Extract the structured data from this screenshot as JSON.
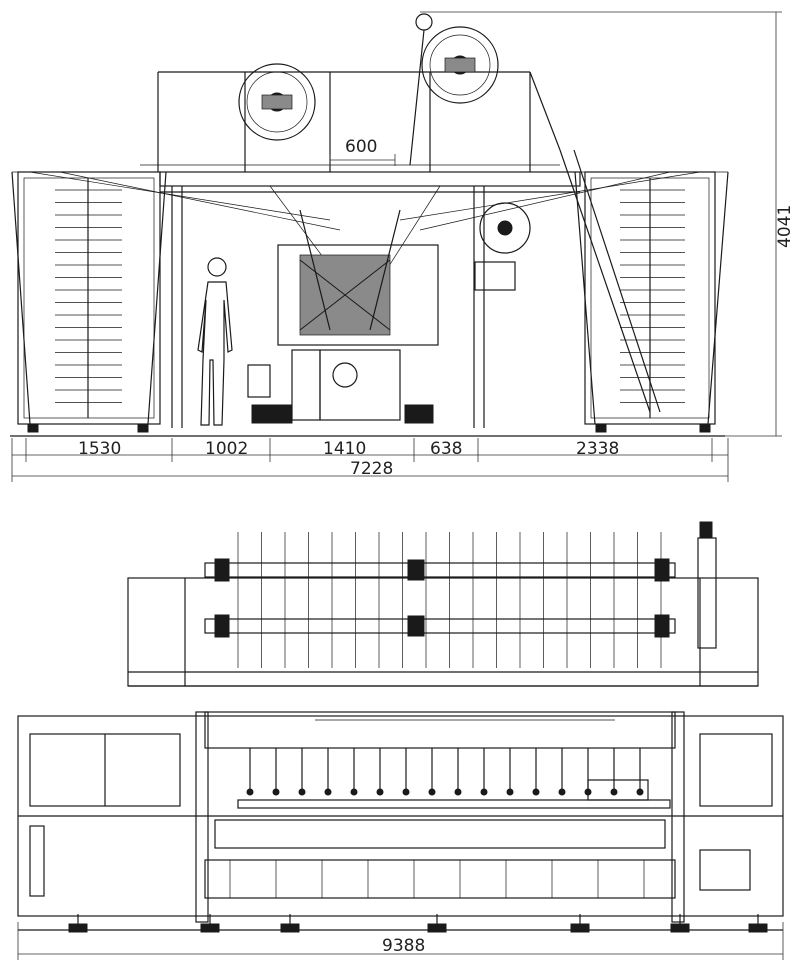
{
  "drawing": {
    "side_view": {
      "dim_top": "600",
      "dim_height": "4041",
      "dim_segments": [
        "1530",
        "1002",
        "1410",
        "638",
        "2338"
      ],
      "dim_total": "7228"
    },
    "front_view": {
      "dim_total": "9388"
    }
  }
}
